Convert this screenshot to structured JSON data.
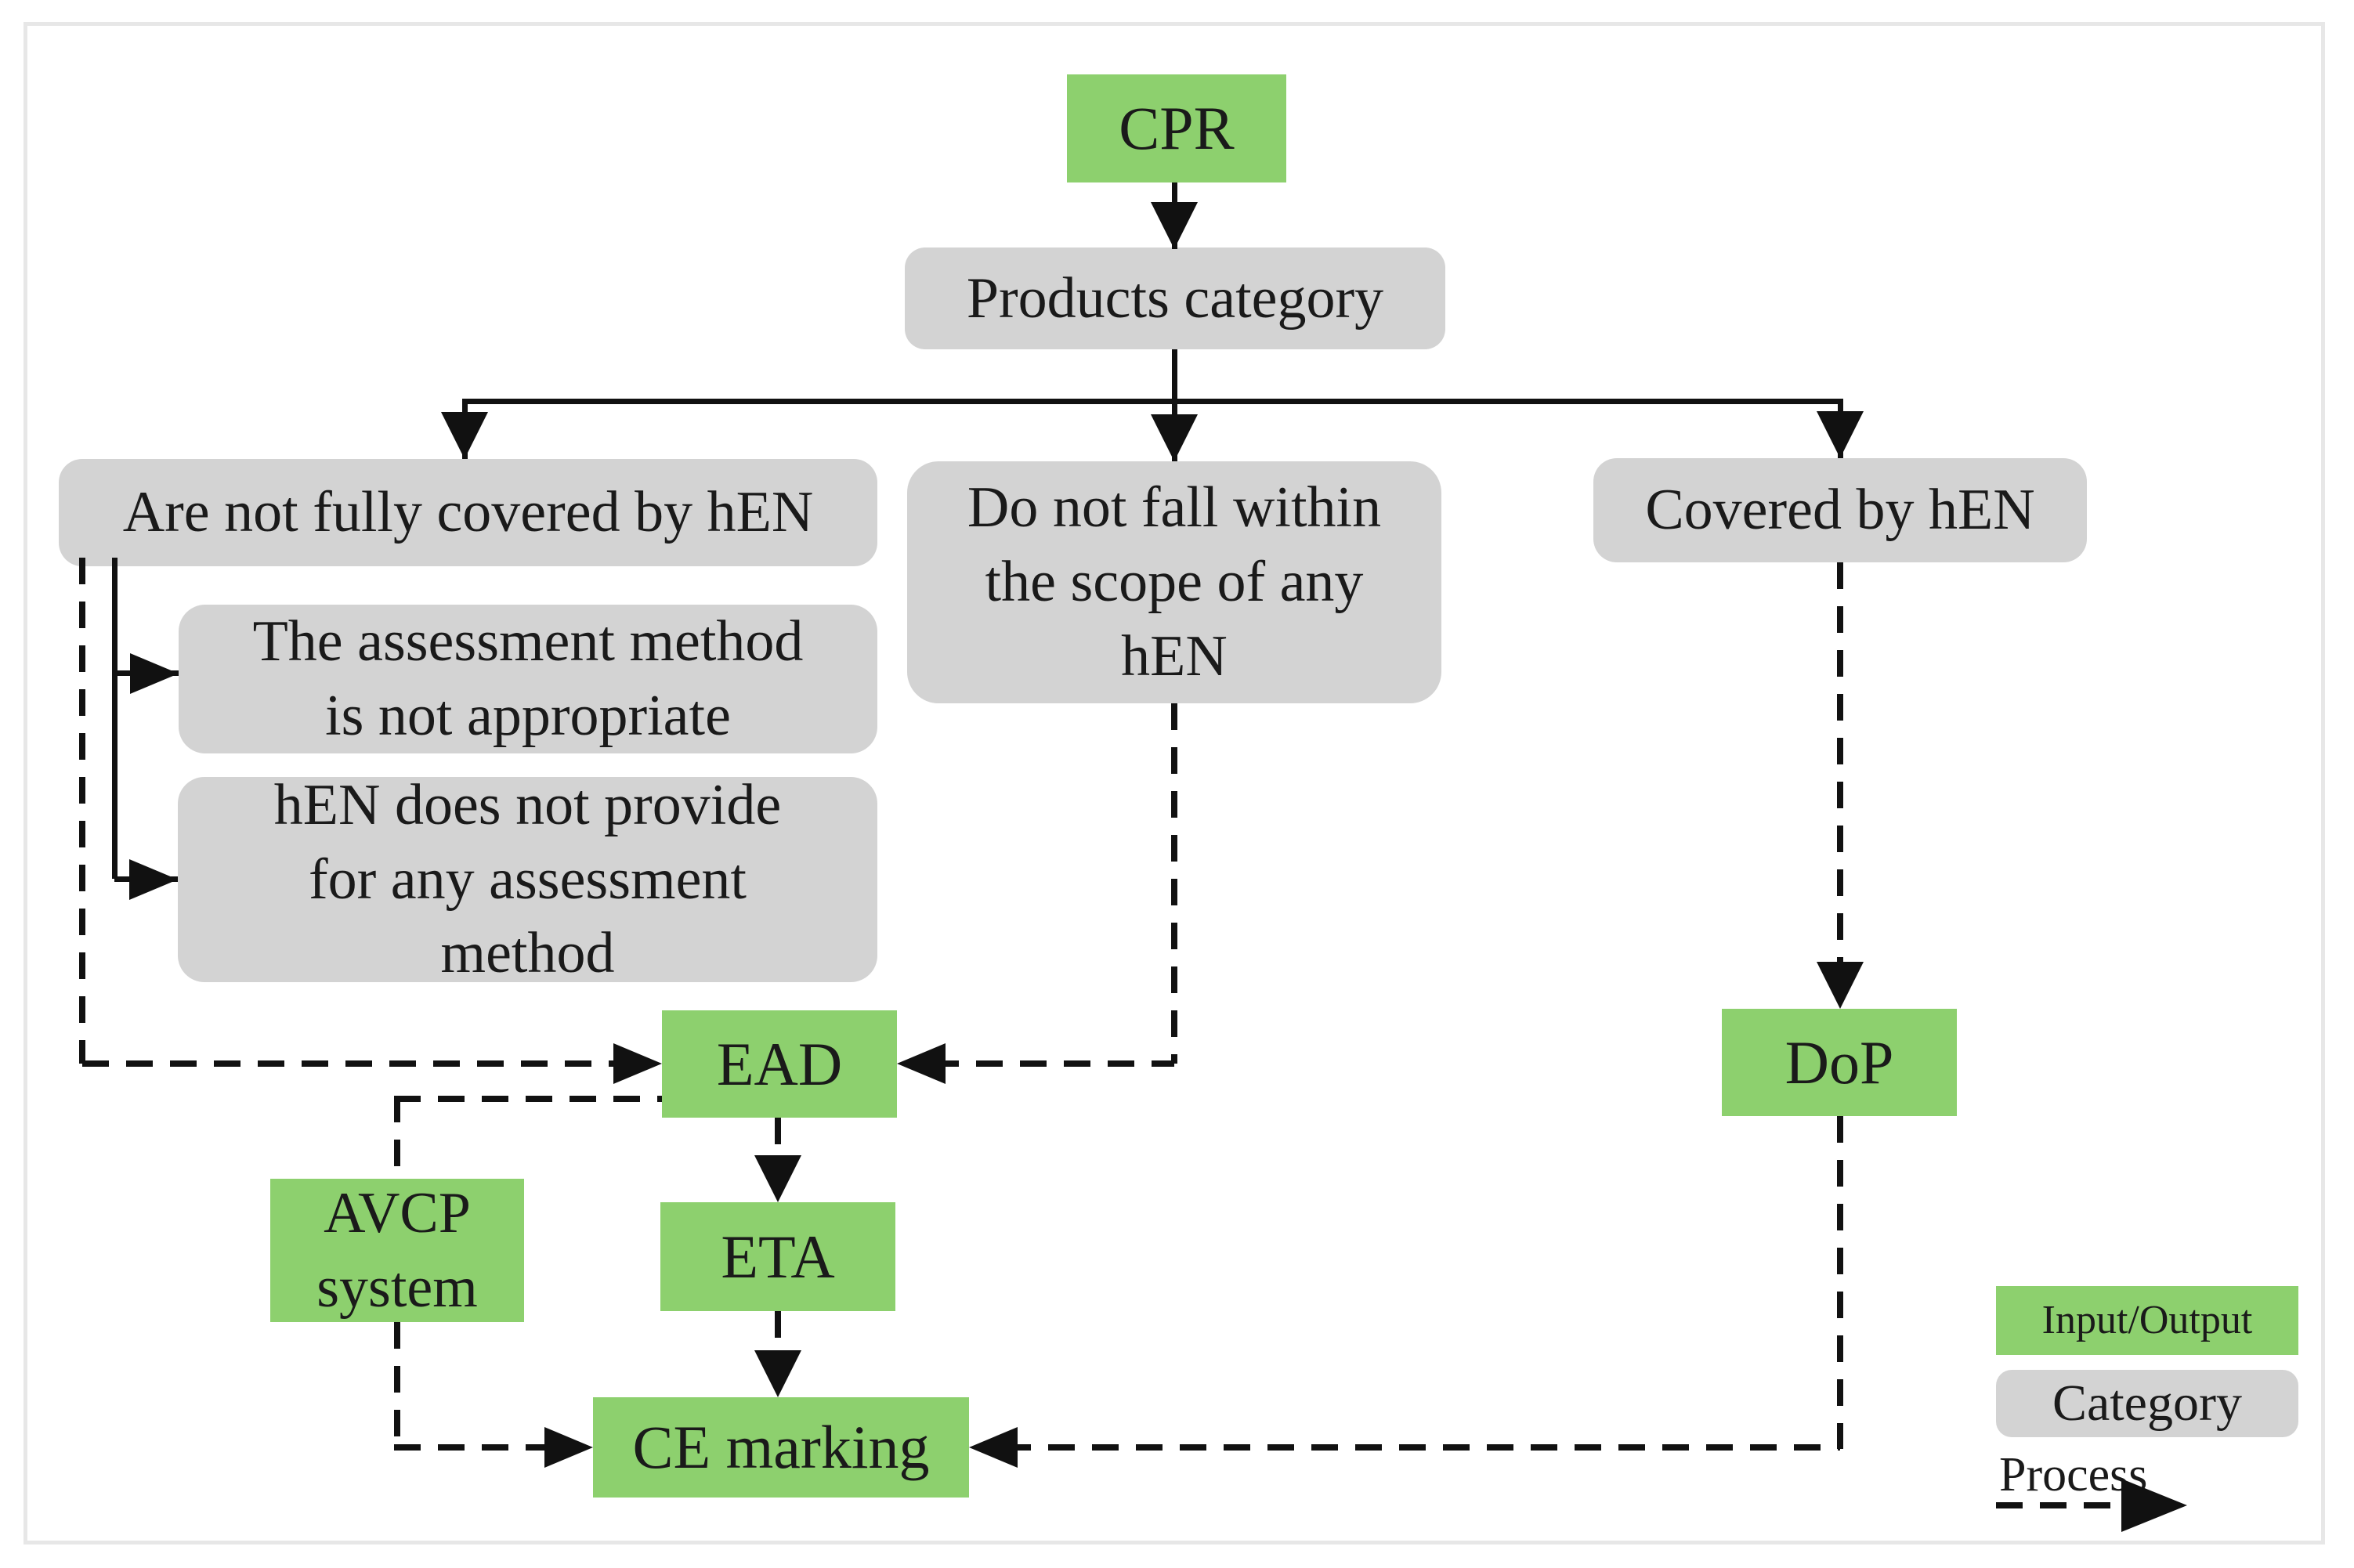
{
  "nodes": {
    "cpr": "CPR",
    "products_category": "Products category",
    "not_fully_covered": "Are not fully covered by hEN",
    "no_scope": "Do not fall within\nthe scope of any\nhEN",
    "covered": "Covered by hEN",
    "method_not_appropriate": "The assessment method\nis not appropriate",
    "no_assessment_method": "hEN does not provide\nfor any assessment\nmethod",
    "ead": "EAD",
    "dop": "DoP",
    "avcp": "AVCP\nsystem",
    "eta": "ETA",
    "ce_marking": "CE marking"
  },
  "legend": {
    "input_output_label": "Input/Output",
    "category_label": "Category",
    "process_label": "Process"
  },
  "colors": {
    "input_output_fill": "#8dd06e",
    "category_fill": "#d3d3d3",
    "line": "#111111",
    "text": "#1a1a1a",
    "frame_border": "#e7e7e7",
    "background": "#ffffff"
  }
}
